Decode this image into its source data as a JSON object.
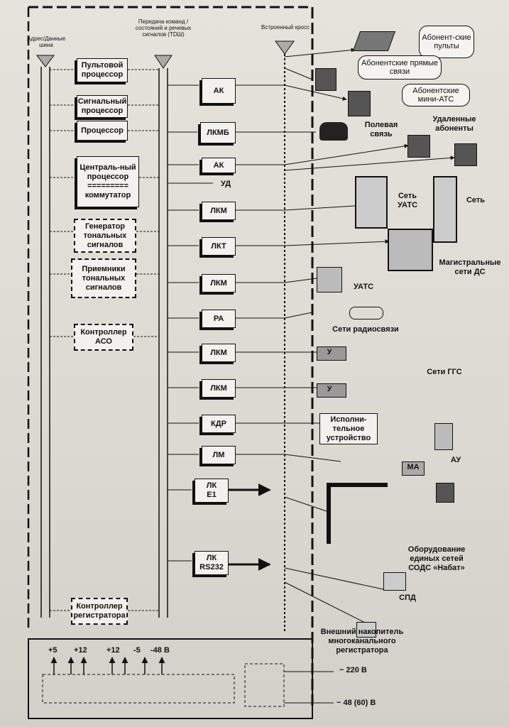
{
  "bus_labels": {
    "address_bus": "Адрес/Данные шина",
    "command_bus": "Передача команд /состояний и речевых сигналов (ТDШ)",
    "cross": "Встроенный кросс"
  },
  "processors": {
    "console": "Пультовой процессор",
    "signal": "Сигнальный процессор",
    "processor": "Процессор",
    "central": "Централь-ный процессор\n=========\nкоммутатор",
    "tone_gen": "Генератор тональных сигналов",
    "tone_rx": "Приемники тональных сигналов",
    "aso": "Контроллер АСО",
    "recorder_ctrl": "Контроллер регистратора"
  },
  "modules": [
    "АК",
    "ЛКМБ",
    "АК",
    "УД",
    "ЛКМ",
    "ЛКТ",
    "ЛКМ",
    "РА",
    "ЛКМ",
    "ЛКМ",
    "КДР",
    "ЛМ",
    "ЛК\nЕ1",
    "ЛК\nRS232"
  ],
  "devices": {
    "subscriber_consoles": "Абонент-ские пульты",
    "direct_links": "Абонентские прямые связи",
    "mini_pbx": "Абонентские мини-АТС",
    "field_link": "Полевая связь",
    "remote_subs": "Удаленные абоненты",
    "uats_net": "Сеть УАТС",
    "net": "Сеть",
    "trunk_ds": "Магистральные сети ДС",
    "uats": "УАТС",
    "radio": "Сети радиосвязи",
    "u1": "У",
    "u2": "У",
    "ggs": "Сети ГГС",
    "actuator": "Исполни-тельное устройство",
    "au": "АУ",
    "ma": "МА",
    "sods": "Оборудование единых сетей СОДС «Набат»",
    "spd": "СПД",
    "recorder": "Внешний накопитель многоканального регистратора"
  },
  "power": {
    "voltages": [
      "+5",
      "+12",
      "+12",
      "-5",
      "-48 В"
    ],
    "ac": "~ 220 В",
    "dc": "~ 48 (60) В"
  }
}
